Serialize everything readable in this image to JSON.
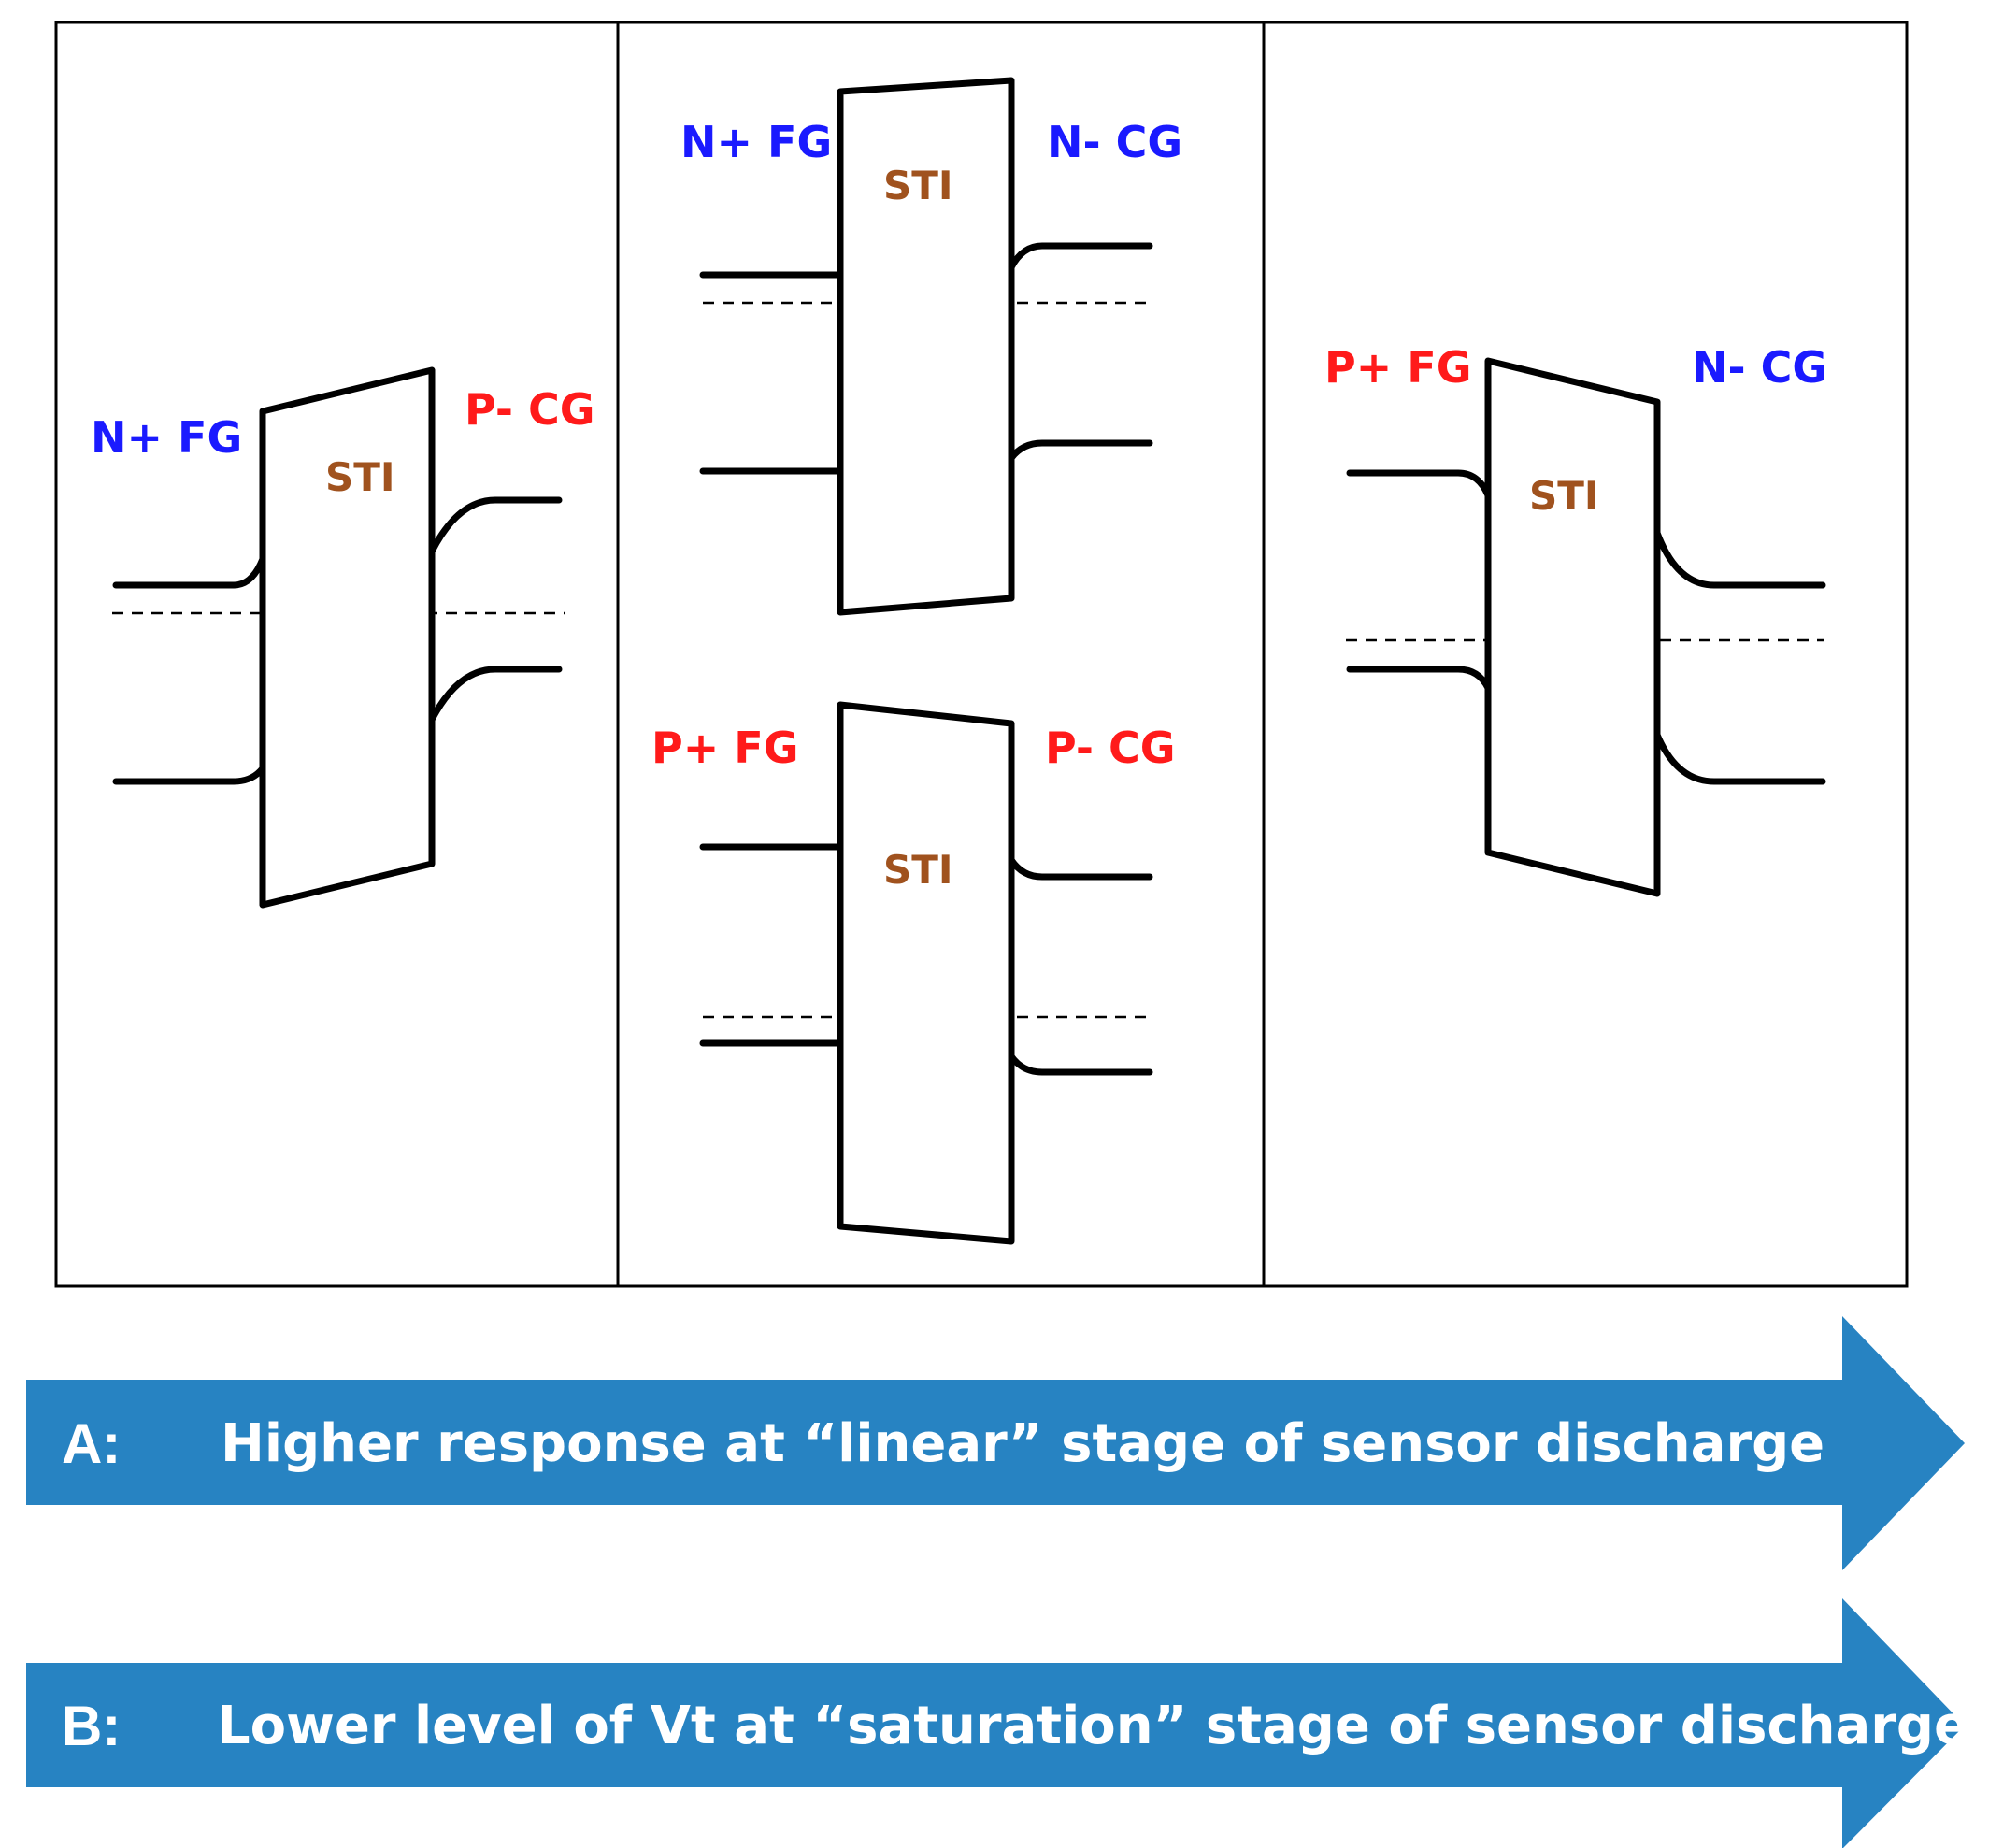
{
  "colors": {
    "n_type": "#1a1aff",
    "p_type": "#ff1a1a",
    "sti": "#a0521e",
    "arrow": "#2783c2"
  },
  "panels": [
    {
      "left_label": "N+ FG",
      "left_color": "n_type",
      "right_label": "P- CG",
      "right_color": "p_type",
      "sti": "STI"
    },
    {
      "top": {
        "left_label": "N+ FG",
        "left_color": "n_type",
        "right_label": "N- CG",
        "right_color": "n_type",
        "sti": "STI"
      },
      "bottom": {
        "left_label": "P+ FG",
        "left_color": "p_type",
        "right_label": "P- CG",
        "right_color": "p_type",
        "sti": "STI"
      }
    },
    {
      "left_label": "P+ FG",
      "left_color": "p_type",
      "right_label": "N- CG",
      "right_color": "n_type",
      "sti": "STI"
    }
  ],
  "arrows": [
    {
      "key": "A:",
      "text": "Higher response at “linear” stage of sensor discharge"
    },
    {
      "key": "B:",
      "text": "Lower level of Vt at “saturation” stage of sensor discharge"
    }
  ]
}
